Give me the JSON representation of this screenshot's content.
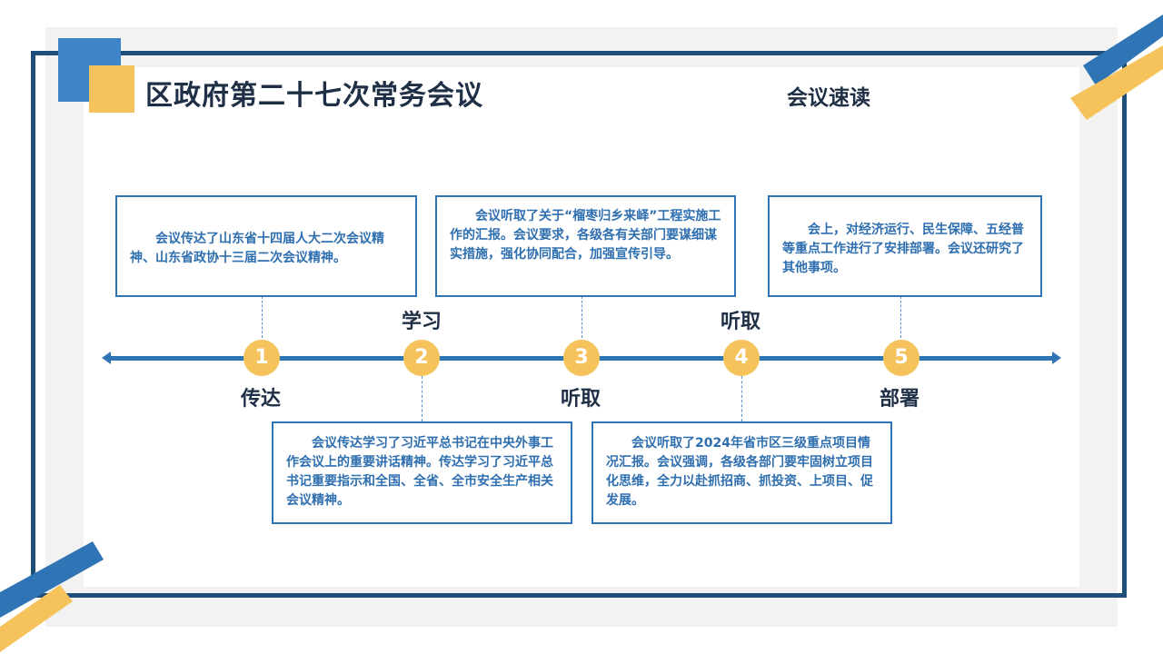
{
  "header": {
    "title": "区政府第二十七次常务会议",
    "subtitle": "会议速读"
  },
  "timeline": [
    {
      "number": "1",
      "label": "传达",
      "text": "会议传达了山东省十四届人大二次会议精神、山东省政协十三届二次会议精神。"
    },
    {
      "number": "2",
      "label": "学习",
      "text": "会议传达学习了习近平总书记在中央外事工作会议上的重要讲话精神。传达学习了习近平总书记重要指示和全国、全省、全市安全生产相关会议精神。"
    },
    {
      "number": "3",
      "label": "听取",
      "text": "会议听取了关于“榴枣归乡来峄”工程实施工作的汇报。会议要求，各级各有关部门要谋细谋实措施，强化协同配合，加强宣传引导。"
    },
    {
      "number": "4",
      "label": "听取",
      "text": "会议听取了2024年省市区三级重点项目情况汇报。会议强调，各级各部门要牢固树立项目化思维，全力以赴抓招商、抓投资、上项目、促发展。"
    },
    {
      "number": "5",
      "label": "部署",
      "text": "会上，对经济运行、民生保障、五经普等重点工作进行了安排部署。会议还研究了其他事项。"
    }
  ],
  "colors": {
    "frame": "#1f4e79",
    "axis": "#2f75b5",
    "node": "#f6c25b",
    "accent_blue": "#3d85c6",
    "accent_yellow": "#f6c25b",
    "box_text": "#2f6fb0"
  }
}
